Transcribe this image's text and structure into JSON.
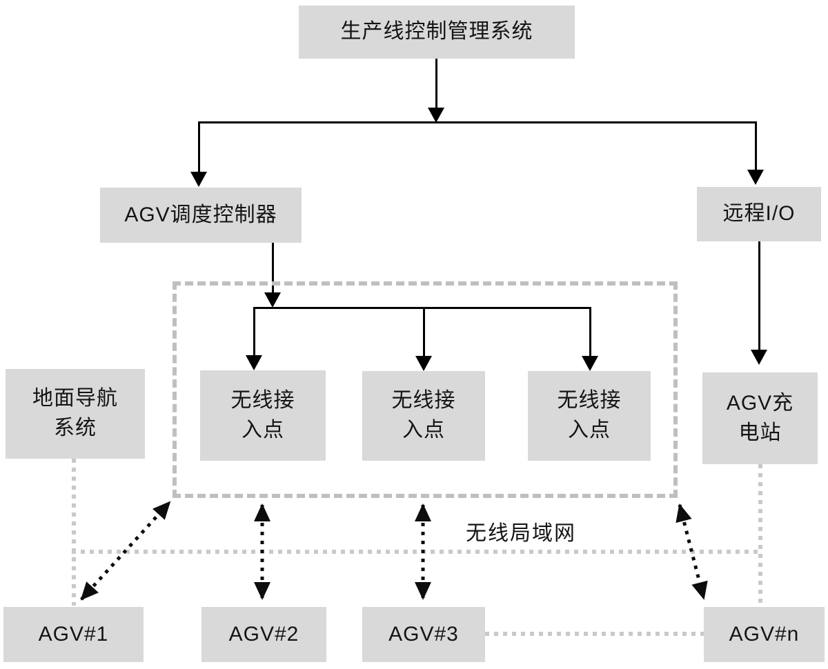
{
  "title": "AGV production line control system architecture diagram",
  "colors": {
    "node_fill": "#d9d9d9",
    "solid_line": "#000000",
    "dashed_boundary": "#bfbfbf",
    "dotted_gray_line": "#c9c9c9",
    "dotted_black_arrow": "#0d0d0d",
    "text": "#141414",
    "background": "#ffffff"
  },
  "nodes": {
    "production_control_system": {
      "label": "生产线控制管理系统"
    },
    "agv_dispatch_controller": {
      "label": "AGV调度控制器"
    },
    "remote_io": {
      "label": "远程I/O"
    },
    "wireless_ap_1": {
      "label": "无线接\n入点"
    },
    "wireless_ap_2": {
      "label": "无线接\n入点"
    },
    "wireless_ap_3": {
      "label": "无线接\n入点"
    },
    "ground_navigation_system": {
      "label": "地面导航\n系统"
    },
    "agv_charging_station": {
      "label": "AGV充\n电站"
    },
    "agv_1": {
      "label": "AGV#1"
    },
    "agv_2": {
      "label": "AGV#2"
    },
    "agv_3": {
      "label": "AGV#3"
    },
    "agv_n": {
      "label": "AGV#n"
    }
  },
  "annotations": {
    "wlan_label": "无线局域网"
  },
  "edges": [
    {
      "from": "production_control_system",
      "to": "agv_dispatch_controller",
      "style": "solid-arrow"
    },
    {
      "from": "production_control_system",
      "to": "remote_io",
      "style": "solid-arrow"
    },
    {
      "from": "agv_dispatch_controller",
      "to": "wireless_ap_1",
      "style": "solid-arrow"
    },
    {
      "from": "agv_dispatch_controller",
      "to": "wireless_ap_2",
      "style": "solid-arrow"
    },
    {
      "from": "agv_dispatch_controller",
      "to": "wireless_ap_3",
      "style": "solid-arrow"
    },
    {
      "from": "remote_io",
      "to": "agv_charging_station",
      "style": "solid-arrow"
    },
    {
      "from": "wlan_boundary",
      "to": "agv_1",
      "style": "black-dotted-double-arrow"
    },
    {
      "from": "wlan_boundary",
      "to": "agv_2",
      "style": "black-dotted-double-arrow"
    },
    {
      "from": "wlan_boundary",
      "to": "agv_3",
      "style": "black-dotted-double-arrow"
    },
    {
      "from": "wlan_boundary",
      "to": "agv_n",
      "style": "black-dotted-double-arrow"
    },
    {
      "from": "ground_navigation_system",
      "to": "agv_1",
      "style": "gray-dotted"
    },
    {
      "from": "agv_charging_station",
      "to": "agv_n",
      "style": "gray-dotted"
    },
    {
      "from": "ground_navigation_system",
      "to": "agv_charging_station",
      "style": "gray-dotted"
    },
    {
      "from": "agv_3",
      "to": "agv_n",
      "style": "gray-dotted"
    }
  ]
}
